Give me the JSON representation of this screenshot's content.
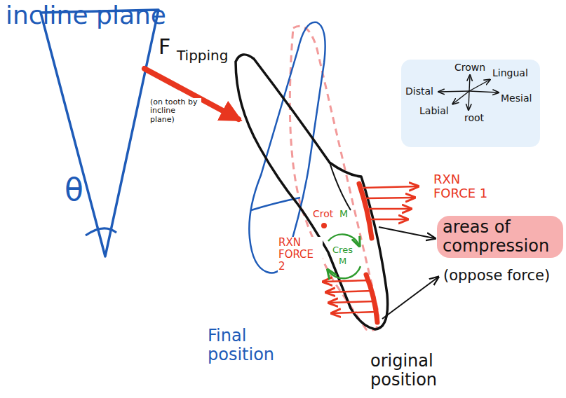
{
  "diagram": {
    "title": "incline plane",
    "nodes": [
      {
        "text": [
          "Crown",
          "Lingual",
          "Distal",
          "Mesial",
          "Labial",
          "root"
        ]
      },
      {
        "text": [
          "areas of compression"
        ]
      }
    ],
    "labels": [
      "θ",
      "F",
      "Tipping",
      "(on tooth by incline plane)",
      "Crot",
      "M",
      "Cres",
      "M",
      "RXN FORCE 1",
      "RXN FORCE 2",
      "(oppose force)",
      "Final position",
      "original position"
    ]
  }
}
